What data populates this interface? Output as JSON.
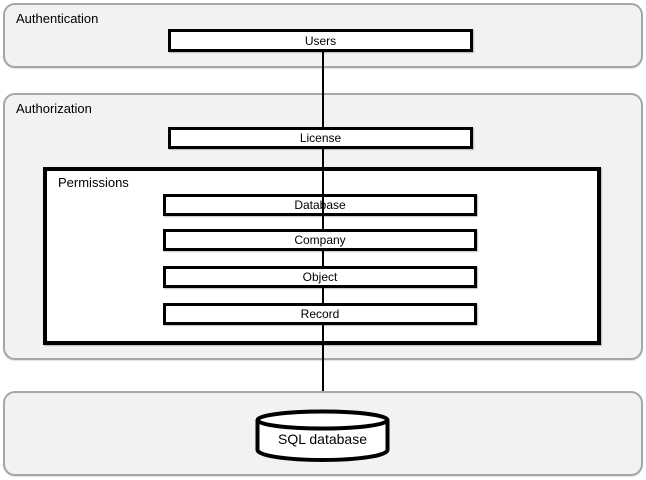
{
  "colors": {
    "page_background": "#ffffff",
    "group_fill": "#f2f2f2",
    "group_border": "#a6a6a6",
    "node_fill": "#ffffff",
    "node_border": "#000000",
    "connector": "#000000",
    "text": "#000000"
  },
  "groups": {
    "authentication": {
      "label": "Authentication"
    },
    "authorization": {
      "label": "Authorization"
    },
    "permissions": {
      "label": "Permissions"
    }
  },
  "nodes": {
    "users": {
      "label": "Users"
    },
    "license": {
      "label": "License"
    },
    "permission_levels": [
      {
        "label": "Database"
      },
      {
        "label": "Company"
      },
      {
        "label": "Object"
      },
      {
        "label": "Record"
      }
    ],
    "sql_database": {
      "label": "SQL database"
    }
  }
}
